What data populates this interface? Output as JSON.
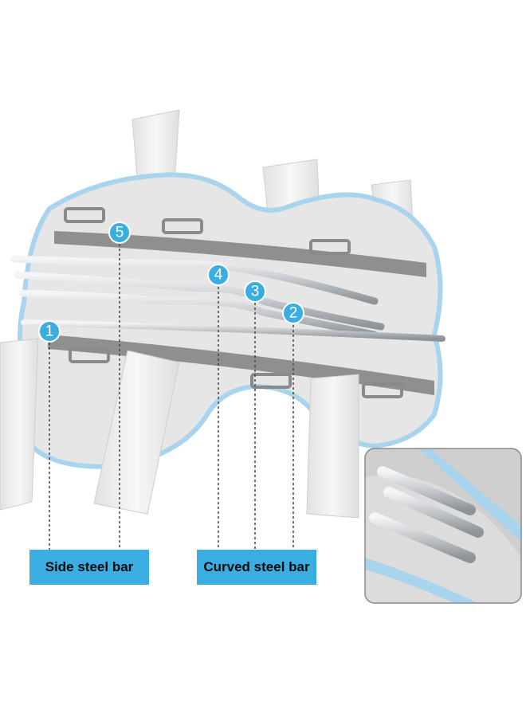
{
  "callouts": [
    {
      "number": "1",
      "part": "side"
    },
    {
      "number": "2",
      "part": "curved"
    },
    {
      "number": "3",
      "part": "curved"
    },
    {
      "number": "4",
      "part": "curved"
    },
    {
      "number": "5",
      "part": "side"
    }
  ],
  "labels": {
    "side": "Side steel bar",
    "curved": "Curved steel bar"
  },
  "colors": {
    "accent": "#3aaee0",
    "brace_body": "#e6e6e6",
    "brace_trim": "#a9d4ee",
    "strap": "#efefef",
    "velcro": "#8f8f8f",
    "steel": "#c9cccf"
  }
}
